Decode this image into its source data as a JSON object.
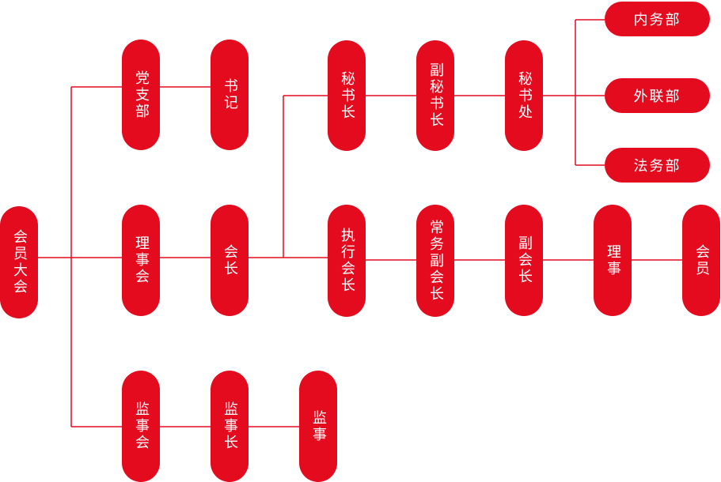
{
  "colors": {
    "node_fill": "#e40b1f",
    "node_text": "#ffffff",
    "connector": "#e40b1f"
  },
  "nodes": {
    "general_assembly": "会员大会",
    "party_branch": "党支部",
    "party_secretary": "书记",
    "council": "理事会",
    "president": "会长",
    "supervisory_board": "监事会",
    "chief_supervisor": "监事长",
    "supervisor": "监事",
    "secretary_general": "秘书长",
    "deputy_secretary_general": "副秘书长",
    "secretariat": "秘书处",
    "internal_affairs_dept": "内务部",
    "external_liaison_dept": "外联部",
    "legal_affairs_dept": "法务部",
    "executive_president": "执行会长",
    "standing_vice_president": "常务副会长",
    "vice_president": "副会长",
    "director": "理事",
    "member": "会员"
  }
}
